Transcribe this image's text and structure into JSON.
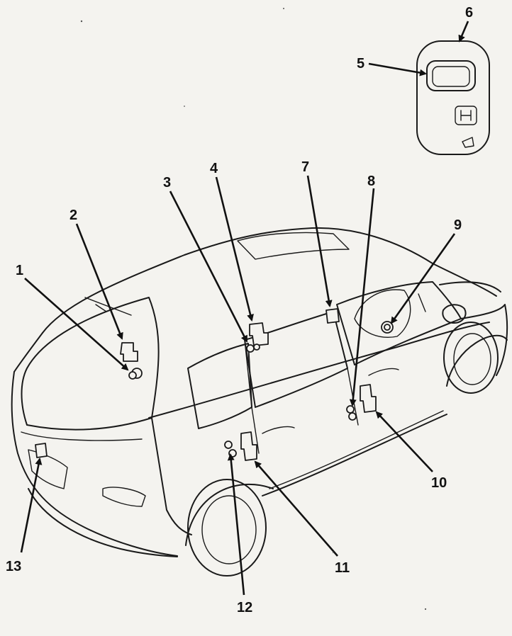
{
  "callouts": [
    {
      "id": "1",
      "label": "1"
    },
    {
      "id": "2",
      "label": "2"
    },
    {
      "id": "3",
      "label": "3"
    },
    {
      "id": "4",
      "label": "4"
    },
    {
      "id": "5",
      "label": "5"
    },
    {
      "id": "6",
      "label": "6"
    },
    {
      "id": "7",
      "label": "7"
    },
    {
      "id": "8",
      "label": "8"
    },
    {
      "id": "9",
      "label": "9"
    },
    {
      "id": "10",
      "label": "10"
    },
    {
      "id": "11",
      "label": "11"
    },
    {
      "id": "12",
      "label": "12"
    },
    {
      "id": "13",
      "label": "13"
    }
  ],
  "icons": {
    "key_fob": "key-fob-icon",
    "brand_emblem": "h-emblem-icon"
  },
  "colors": {
    "ink": "#1a1a1a",
    "paper": "#f4f3ef"
  }
}
